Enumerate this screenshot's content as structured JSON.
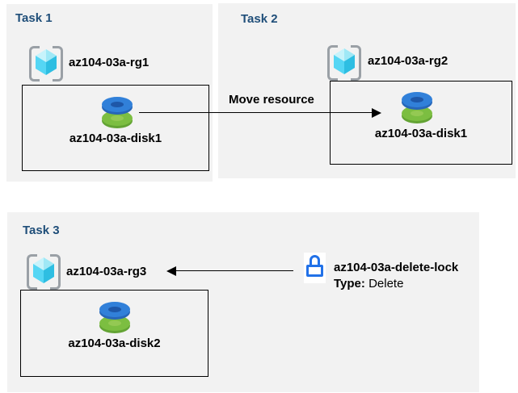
{
  "colors": {
    "panel_bg": "#F2F2F2",
    "title_blue": "#1F4E79",
    "text": "#000000",
    "lock_blue": "#2171E8",
    "disk_blue": "#3180D9",
    "disk_green": "#7CBE41",
    "cube_cyan_light": "#55D6F4",
    "cube_cyan_dark": "#2EBEE2",
    "bracket_gray": "#9AA0A6"
  },
  "tasks": [
    {
      "title": "Task 1",
      "resource_group": "az104-03a-rg1",
      "disk": "az104-03a-disk1"
    },
    {
      "title": "Task 2",
      "resource_group": "az104-03a-rg2",
      "disk": "az104-03a-disk1"
    },
    {
      "title": "Task 3",
      "resource_group": "az104-03a-rg3",
      "disk": "az104-03a-disk2"
    }
  ],
  "arrows": {
    "move_label": "Move resource"
  },
  "lock": {
    "name": "az104-03a-delete-lock",
    "type_label": "Type:",
    "type_value": "Delete"
  },
  "icons": {
    "resource_group": "resource-group-icon",
    "managed_disk": "managed-disk-icon",
    "delete_lock": "lock-icon"
  }
}
